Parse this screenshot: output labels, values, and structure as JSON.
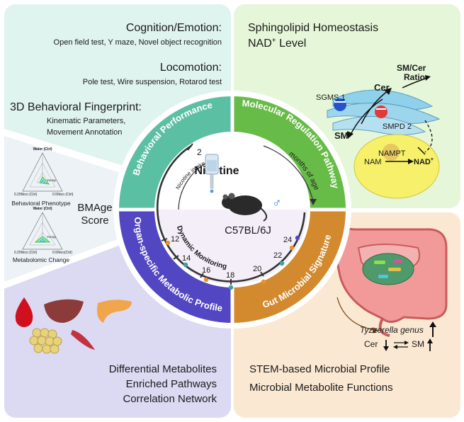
{
  "colors": {
    "q1_bg": "#dff3ef",
    "q2_bg": "#e6f6d8",
    "q3_bg": "#dcd9f3",
    "q4_bg": "#fbe8d2",
    "behavioral": "#5bbfa4",
    "molecular": "#67bb47",
    "organ": "#5346c3",
    "gut": "#d38a2f",
    "dot_orange": "#e8922b",
    "dot_teal": "#3aa39b",
    "dot_purple": "#5346c3"
  },
  "behavioral": {
    "cognition_title": "Cognition/Emotion:",
    "cognition_tests": "Open field test, Y maze, Novel object recognition",
    "locomotion_title": "Locomotion:",
    "locomotion_tests": "Pole test, Wire suspension, Rotarod test",
    "fingerprint_title": "3D Behavioral Fingerprint:",
    "fingerprint_line1": "Kinematic Parameters,",
    "fingerprint_line2": "Movement Annotation",
    "ring_label": "Behavioral Performance"
  },
  "bmage": {
    "line1": "BMAge",
    "line2": "Score",
    "radar1": {
      "top": "Water (Ctrl)",
      "left": "0.25Nico (Ctrl)",
      "right": "0.5Nico (Ctrl)",
      "inner": "Young",
      "caption": "Behavioral Phenotype"
    },
    "radar2": {
      "top": "Water (Ctrl)",
      "left": "0.25Nico (Ctrl)",
      "right": "0.5Nico(Ctrl)",
      "inner": "Young",
      "caption": "Metabolomic Change"
    }
  },
  "molecular": {
    "title_line1": "Sphingolipid Homeostasis",
    "title_line2_main": "NAD",
    "title_line2_sup": "+",
    "title_line2_rest": " Level",
    "sm_cer_line1": "SM/Cer",
    "sm_cer_line2": "Ratio",
    "cer": "Cer",
    "sgms": "SGMS 1",
    "smpd": "SMPD 2",
    "sm": "SM",
    "nampt": "NAMPT",
    "nam": "NAM",
    "nad": "NAD",
    "nad_sup": "+",
    "ring_label": "Molecular Regulation Pathway"
  },
  "organ": {
    "ring_label": "Organ-specific Metabolic Profile",
    "line1": "Differential Metabolites",
    "line2": "Enriched Pathways",
    "line3": "Correlation Network"
  },
  "gut": {
    "ring_label": "Gut Microbial Signature",
    "genus": "Tyzzerella genus",
    "cer": "Cer",
    "sm": "SM",
    "line1": "STEM-based Microbial Profile",
    "line2": "Microbial Metabolite Functions"
  },
  "center": {
    "nicotine": "Nicotine",
    "nicotine_intake": "Nicotine intake",
    "strain": "C57BL/6J",
    "months_of_age": "months of age",
    "dynamic_monitoring": "Dynamic Monitoring",
    "timepoints": [
      "2",
      "12",
      "14",
      "16",
      "18",
      "20",
      "22",
      "24"
    ]
  }
}
